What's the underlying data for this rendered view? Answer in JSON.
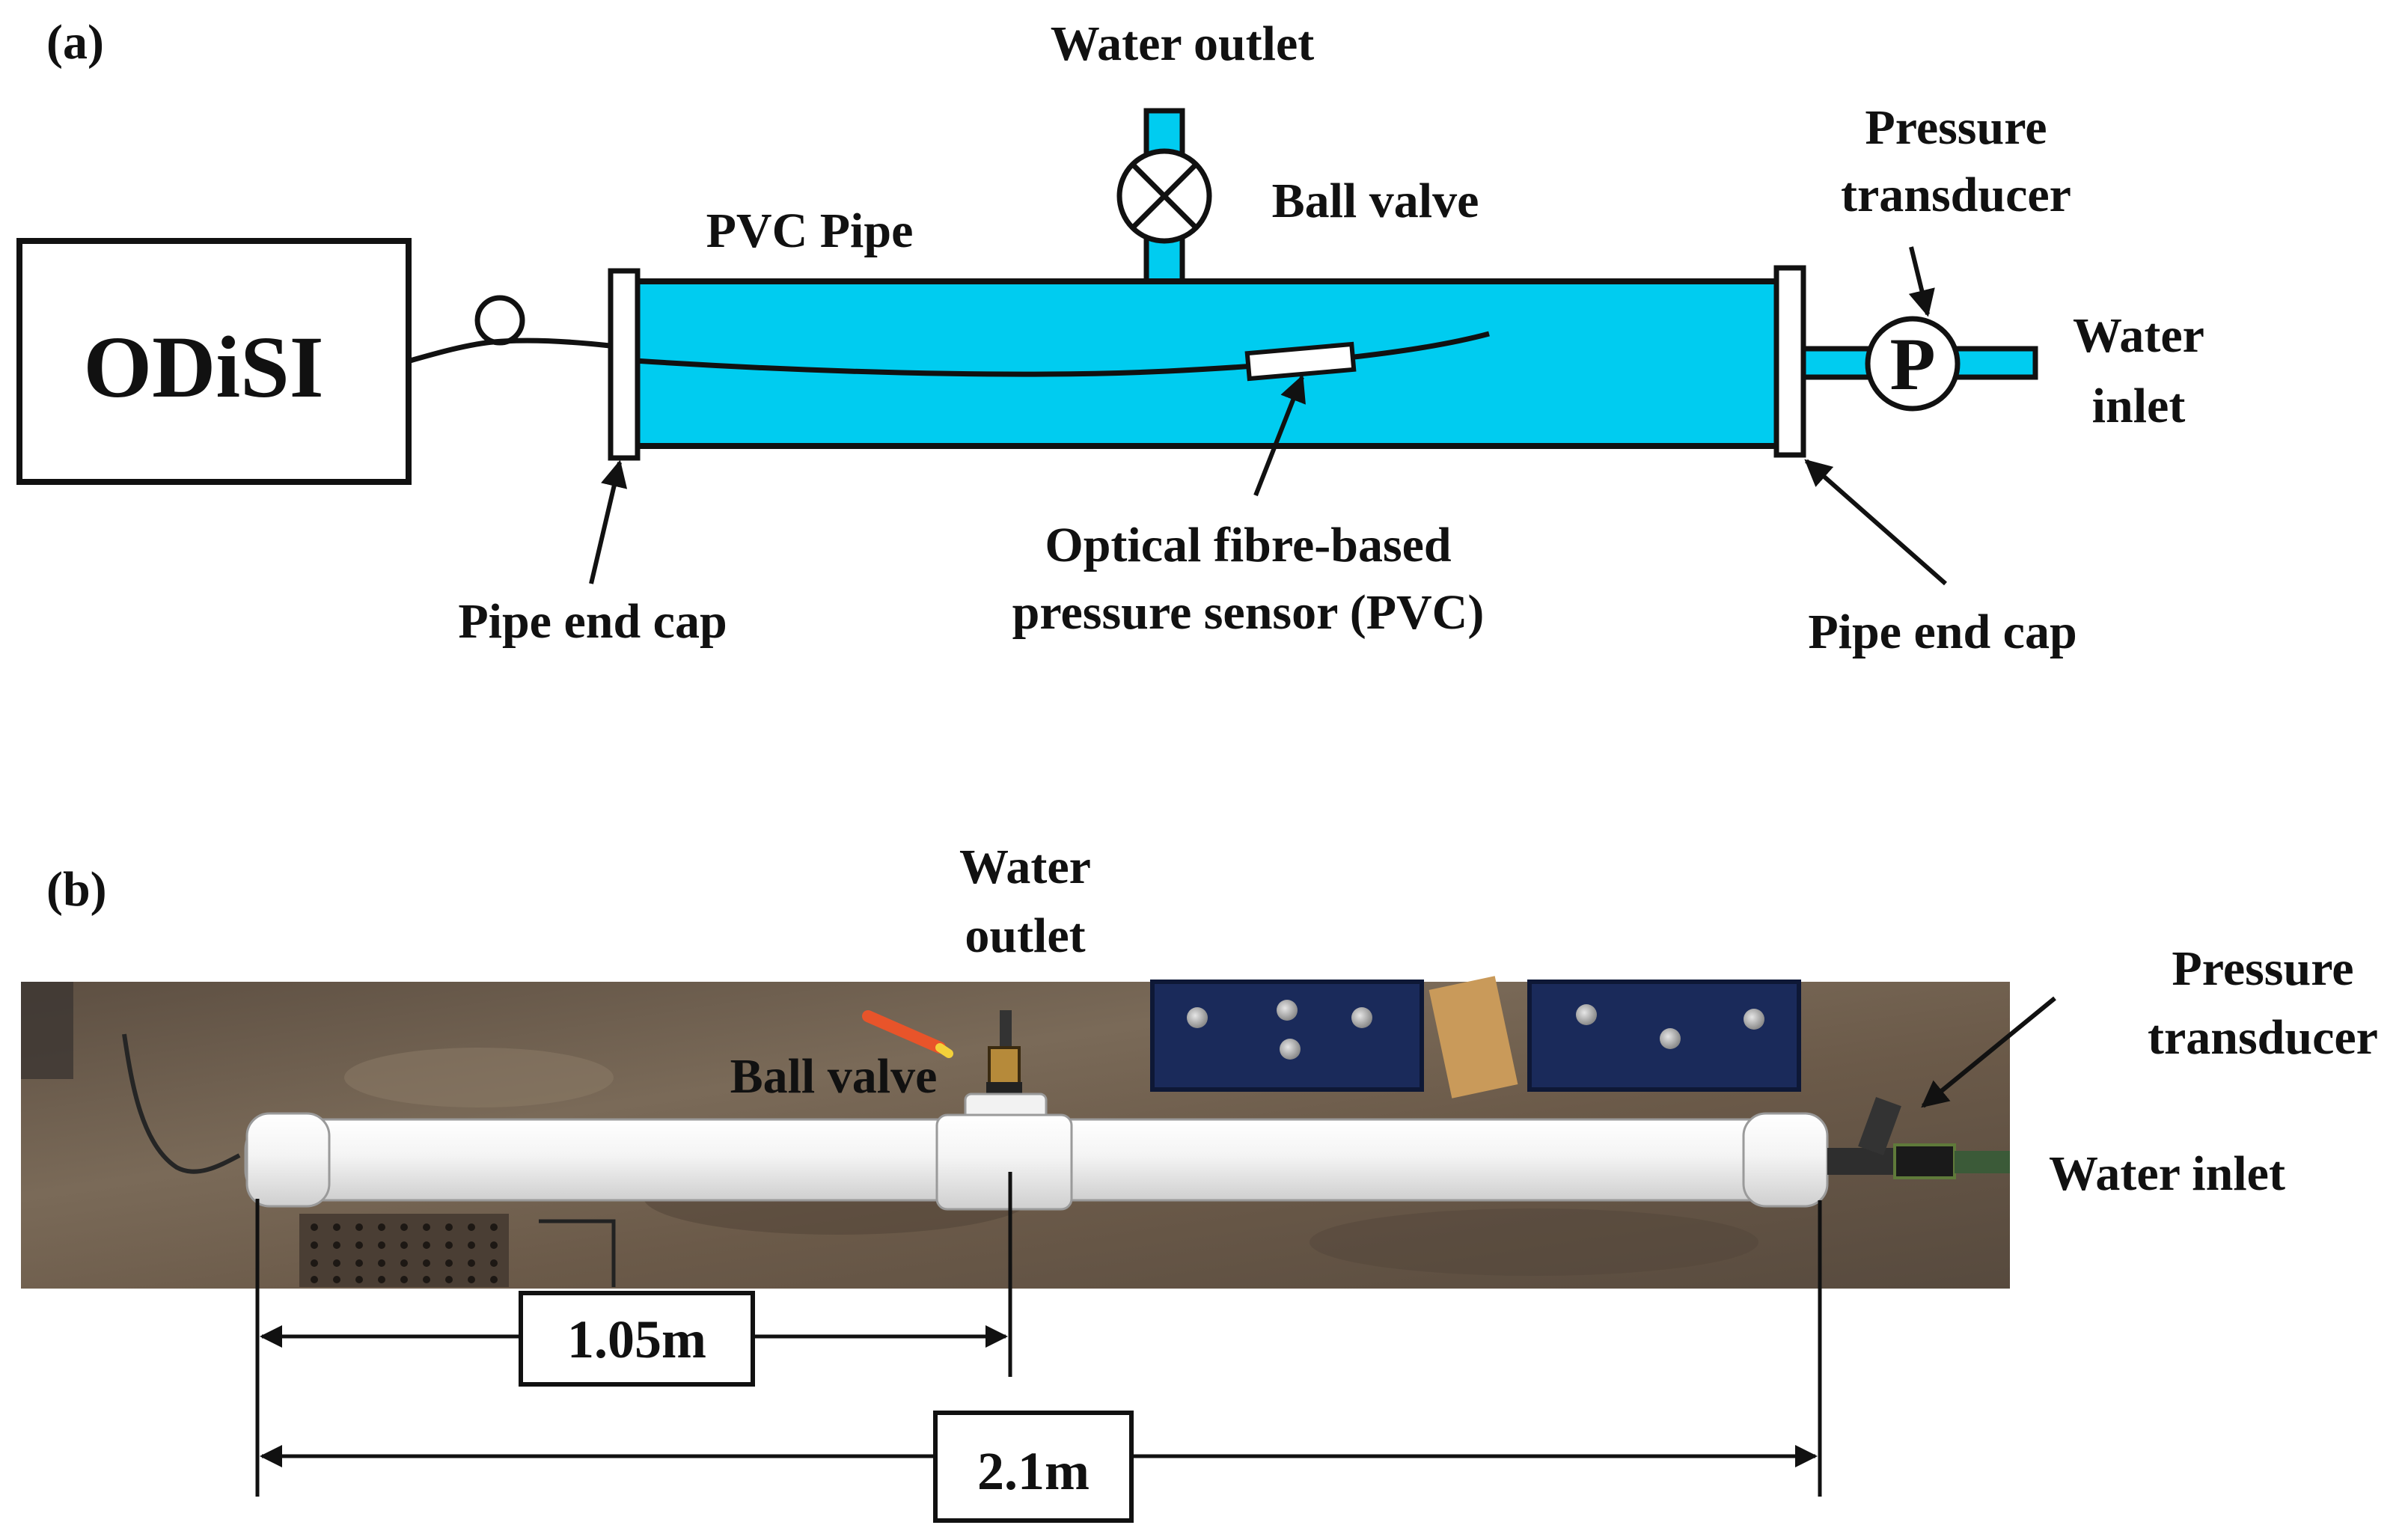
{
  "panel_a": {
    "label": "(a)",
    "odisi": "ODiSI",
    "water_outlet": "Water outlet",
    "ball_valve": "Ball valve",
    "pvc_pipe": "PVC Pipe",
    "pressure_transducer_1": "Pressure",
    "pressure_transducer_2": "transducer",
    "water_inlet_1": "Water",
    "water_inlet_2": "inlet",
    "transducer_symbol": "P",
    "pipe_end_cap_left": "Pipe end cap",
    "pipe_end_cap_right": "Pipe end cap",
    "sensor_1": "Optical fibre-based",
    "sensor_2": "pressure sensor (PVC)"
  },
  "panel_b": {
    "label": "(b)",
    "water_outlet_1": "Water",
    "water_outlet_2": "outlet",
    "ball_valve": "Ball valve",
    "pressure_transducer_1": "Pressure",
    "pressure_transducer_2": "transducer",
    "water_inlet": "Water inlet",
    "dim_half": "1.05m",
    "dim_full": "2.1m"
  },
  "colors": {
    "water": "#00ccf0",
    "floor": "#6a5a4a",
    "pipe_white": "#f2f2f2",
    "outline": "#111111"
  }
}
